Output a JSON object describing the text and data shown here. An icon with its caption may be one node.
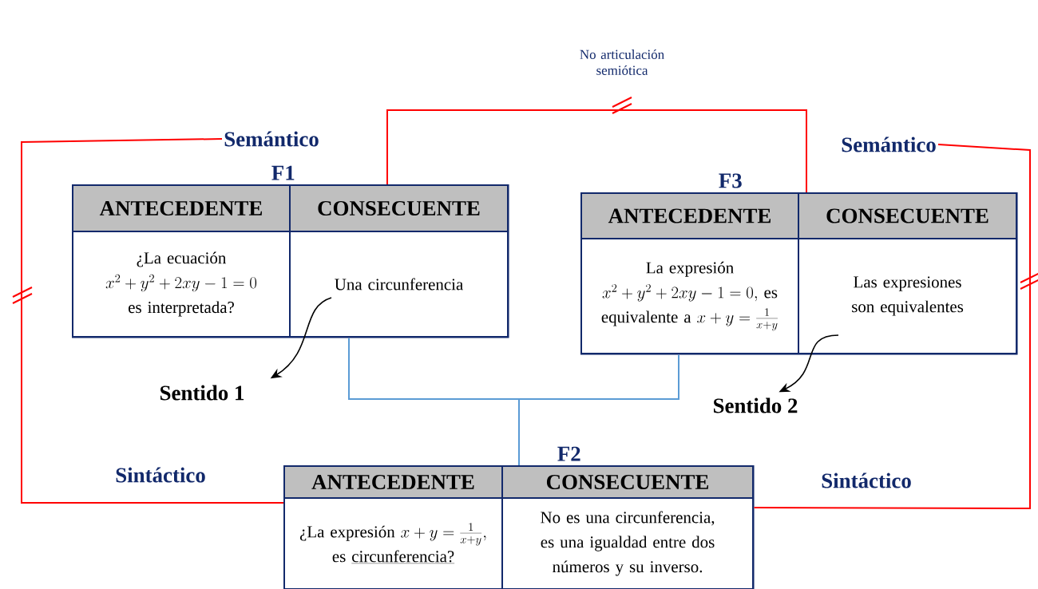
{
  "diagram": {
    "nodes": [
      {
        "text": [
          "F1"
        ]
      },
      {
        "text": [
          "ANTECEDENTE"
        ],
        "in": 0
      },
      {
        "text": [
          "CONSECUENTE"
        ],
        "in": 0
      },
      {
        "text": [
          "¿La ecuación",
          "x^{2}+y^{2}+2xy-1=0",
          "es interpretada?"
        ],
        "in": 0
      },
      {
        "text": [
          "Una circunferencia"
        ],
        "in": 0
      },
      {
        "text": [
          "F3"
        ]
      },
      {
        "text": [
          "ANTECEDENTE"
        ],
        "in": 5
      },
      {
        "text": [
          "CONSECUENTE"
        ],
        "in": 5
      },
      {
        "text": [
          "La expresión",
          "x^{2}+y^{2}+2xy-1=0,",
          "es equivalente a",
          "x+y=\\frac{1}{x+y}"
        ],
        "in": 5
      },
      {
        "text": [
          "Las expresiones son equivalentes"
        ],
        "in": 5
      },
      {
        "text": [
          "F2"
        ]
      },
      {
        "text": [
          "ANTECEDENTE"
        ],
        "in": 10
      },
      {
        "text": [
          "CONSECUENTE"
        ],
        "in": 10
      },
      {
        "text": [
          "¿La expresión",
          "x+y=\\frac{1}{x+y},",
          "es",
          "circunferencia?"
        ],
        "in": 10
      },
      {
        "text": [
          "No es una circunferencia, es una igualdad entre dos números y su inverso."
        ],
        "in": 10
      },
      {
        "text": [
          "Semántico"
        ]
      },
      {
        "text": [
          "Semántico"
        ]
      },
      {
        "text": [
          "Sentido 1"
        ]
      },
      {
        "text": [
          "Sentido 2"
        ]
      }
    ],
    "edges": [
      {
        "from": 0,
        "to": 5,
        "arrow": "none",
        "label": "No articulación semiótica"
      },
      {
        "from": 15,
        "to": 10,
        "arrow": "none"
      },
      {
        "from": 16,
        "to": 10,
        "arrow": "none"
      },
      {
        "from": 0,
        "to": 10,
        "arrow": "none",
        "color": "#5b9bd5"
      },
      {
        "from": 5,
        "to": 10,
        "arrow": "none",
        "color": "#5b9bd5"
      },
      {
        "from": 4,
        "to": 17,
        "arrow": "to",
        "color": "#000000"
      },
      {
        "from": 9,
        "to": 18,
        "arrow": "to",
        "color": "#000000"
      }
    ],
    "labels": [
      "Sintáctico",
      "Sintáctico"
    ]
  }
}
